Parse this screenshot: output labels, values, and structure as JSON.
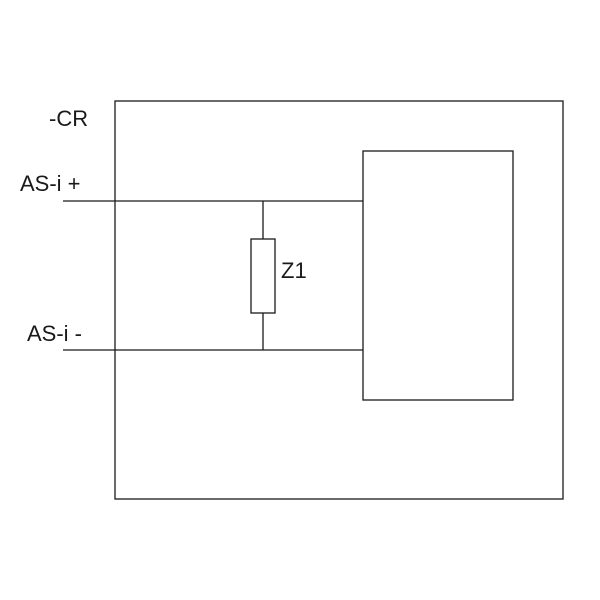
{
  "device_tag": "-CR",
  "terminals": {
    "positive": "AS-i +",
    "negative": "AS-i -"
  },
  "components": {
    "resistor": "Z1"
  }
}
